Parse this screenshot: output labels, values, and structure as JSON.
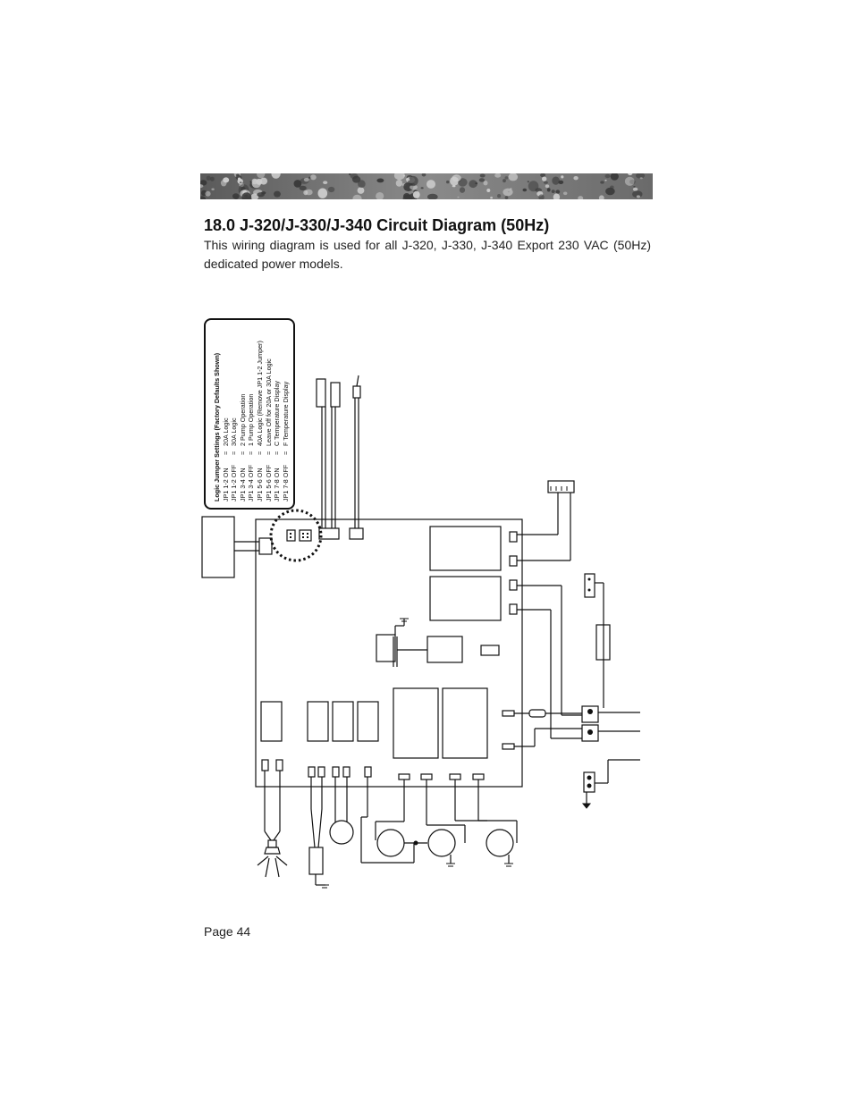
{
  "header": {
    "title": "18.0 J-320/J-330/J-340 Circuit Diagram (50Hz)",
    "description": "This wiring diagram is used for all J-320, J-330, J-340 Export 230 VAC (50Hz) dedicated power models."
  },
  "legend": {
    "title": "Logic Jumper Settings (Factory Defaults Shown)",
    "rows": [
      {
        "code": "JP1 1-2 ON",
        "value": "20A Logic"
      },
      {
        "code": "JP1 1-2 OFF",
        "value": "30A Logic"
      },
      {
        "code": "JP1 3-4 ON",
        "value": "2 Pump Operation"
      },
      {
        "code": "JP1 3-4 OFF",
        "value": "1 Pump Operation"
      },
      {
        "code": "JP1 5-6 ON",
        "value": "40A Logic (Remove JP1 1-2 Jumper)"
      },
      {
        "code": "JP1 5-6 OFF",
        "value": "Leave Off for 20A or 30A Logic"
      },
      {
        "code": "JP1 7-8 ON",
        "value": "C Temperature Display"
      },
      {
        "code": "JP1 7-8 OFF",
        "value": "F Temperature Display"
      }
    ]
  },
  "footer": {
    "page_label": "Page 44"
  },
  "colors": {
    "ink": "#111111",
    "banner_dark": "#3a3a3a",
    "banner_light": "#cfcfcf"
  }
}
